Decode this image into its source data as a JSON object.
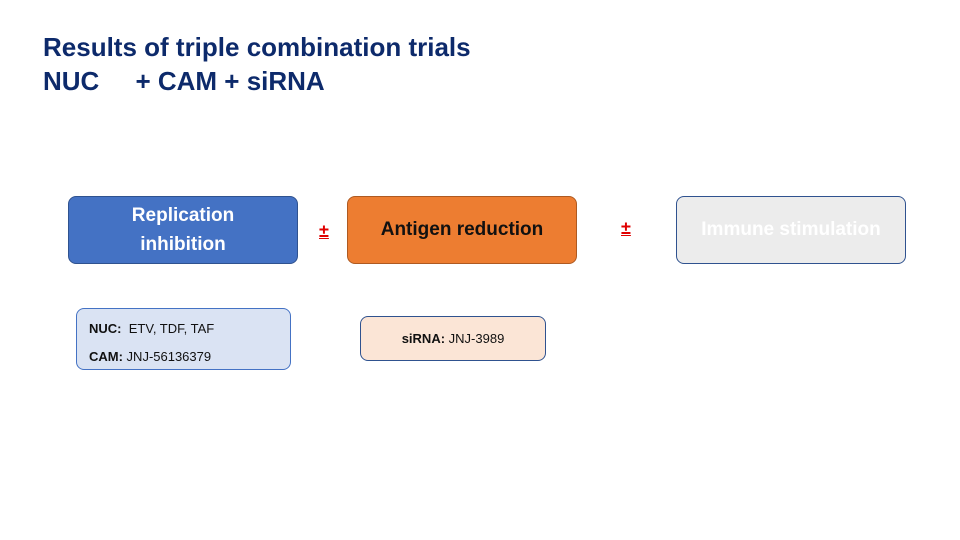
{
  "title": {
    "line1": "Results of triple combination trials",
    "line2": "NUC     + CAM + siRNA"
  },
  "boxes": {
    "replication": "Replication inhibition",
    "antigen": "Antigen reduction",
    "immune": "Immune stimulation"
  },
  "operators": {
    "plus_minus_1": "±",
    "plus_minus_2": "±"
  },
  "details": {
    "nuc_label": "NUC:",
    "nuc_value": "  ETV, TDF, TAF",
    "cam_label": "CAM:",
    "cam_value": " JNJ-56136379",
    "sirna_label": "siRNA:",
    "sirna_value": " JNJ-3989"
  },
  "colors": {
    "title": "#0d2a6b",
    "replication_box": "#4472c4",
    "antigen_box": "#ed7d31",
    "immune_box": "#ececec",
    "operator": "#e00000"
  }
}
